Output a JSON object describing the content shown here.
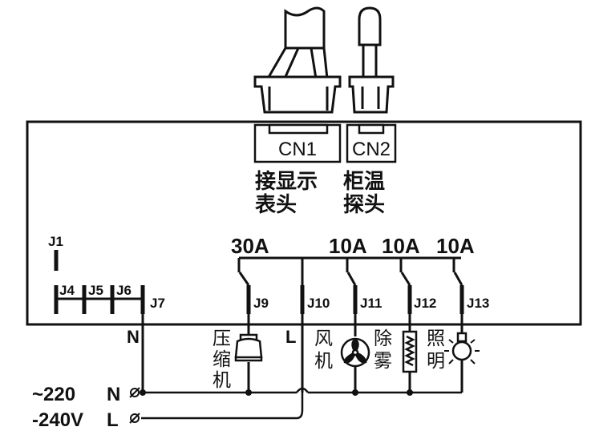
{
  "connectors": {
    "cn1": {
      "label": "CN1",
      "caption_line1": "接显示",
      "caption_line2": "表头"
    },
    "cn2": {
      "label": "CN2",
      "caption_line1": "柜温",
      "caption_line2": "探头"
    }
  },
  "ratings": {
    "j9": "30A",
    "j11": "10A",
    "j12": "10A",
    "j13": "10A"
  },
  "jumpers": {
    "j1": "J1",
    "j4": "J4",
    "j5": "J5",
    "j6": "J6",
    "j7": "J7",
    "j9": "J9",
    "j10": "J10",
    "j11": "J11",
    "j12": "J12",
    "j13": "J13"
  },
  "terminals": {
    "n": "N",
    "l": "L"
  },
  "loads": {
    "compressor": [
      "压",
      "缩",
      "机"
    ],
    "fan": [
      "风",
      "机"
    ],
    "defog": [
      "除",
      "雾"
    ],
    "light": [
      "照",
      "明"
    ]
  },
  "supply": {
    "line1": "~220",
    "n_label": "N",
    "line2": "-240V",
    "l_label": "L"
  }
}
